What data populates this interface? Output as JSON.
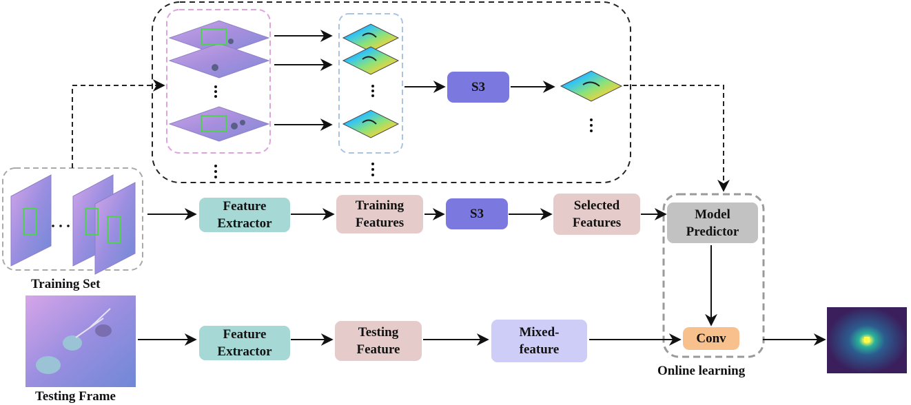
{
  "labels": {
    "training_set": "Training Set",
    "testing_frame": "Testing Frame",
    "online_learning": "Online learning"
  },
  "nodes": {
    "feature_extractor_1": "Feature\nExtractor",
    "training_features": "Training\nFeatures",
    "s3_middle": "S3",
    "selected_features": "Selected\nFeatures",
    "model_predictor": "Model\nPredictor",
    "feature_extractor_2": "Feature\nExtractor",
    "testing_feature": "Testing\nFeature",
    "mixed_feature": "Mixed-\nfeature",
    "conv": "Conv",
    "s3_top": "S3"
  },
  "colors": {
    "feature_extractor": "#a6d9d5",
    "features": "#e5ccca",
    "s3": "#7b79e0",
    "mixed": "#cdcdf7",
    "model_predictor": "#c2c2c2",
    "conv": "#f8c08c",
    "rgb_group_border": "#dfa3dc",
    "map_group_border": "#a9c3e4",
    "dash": "#222222",
    "gray_dash": "#9a9a9a"
  }
}
